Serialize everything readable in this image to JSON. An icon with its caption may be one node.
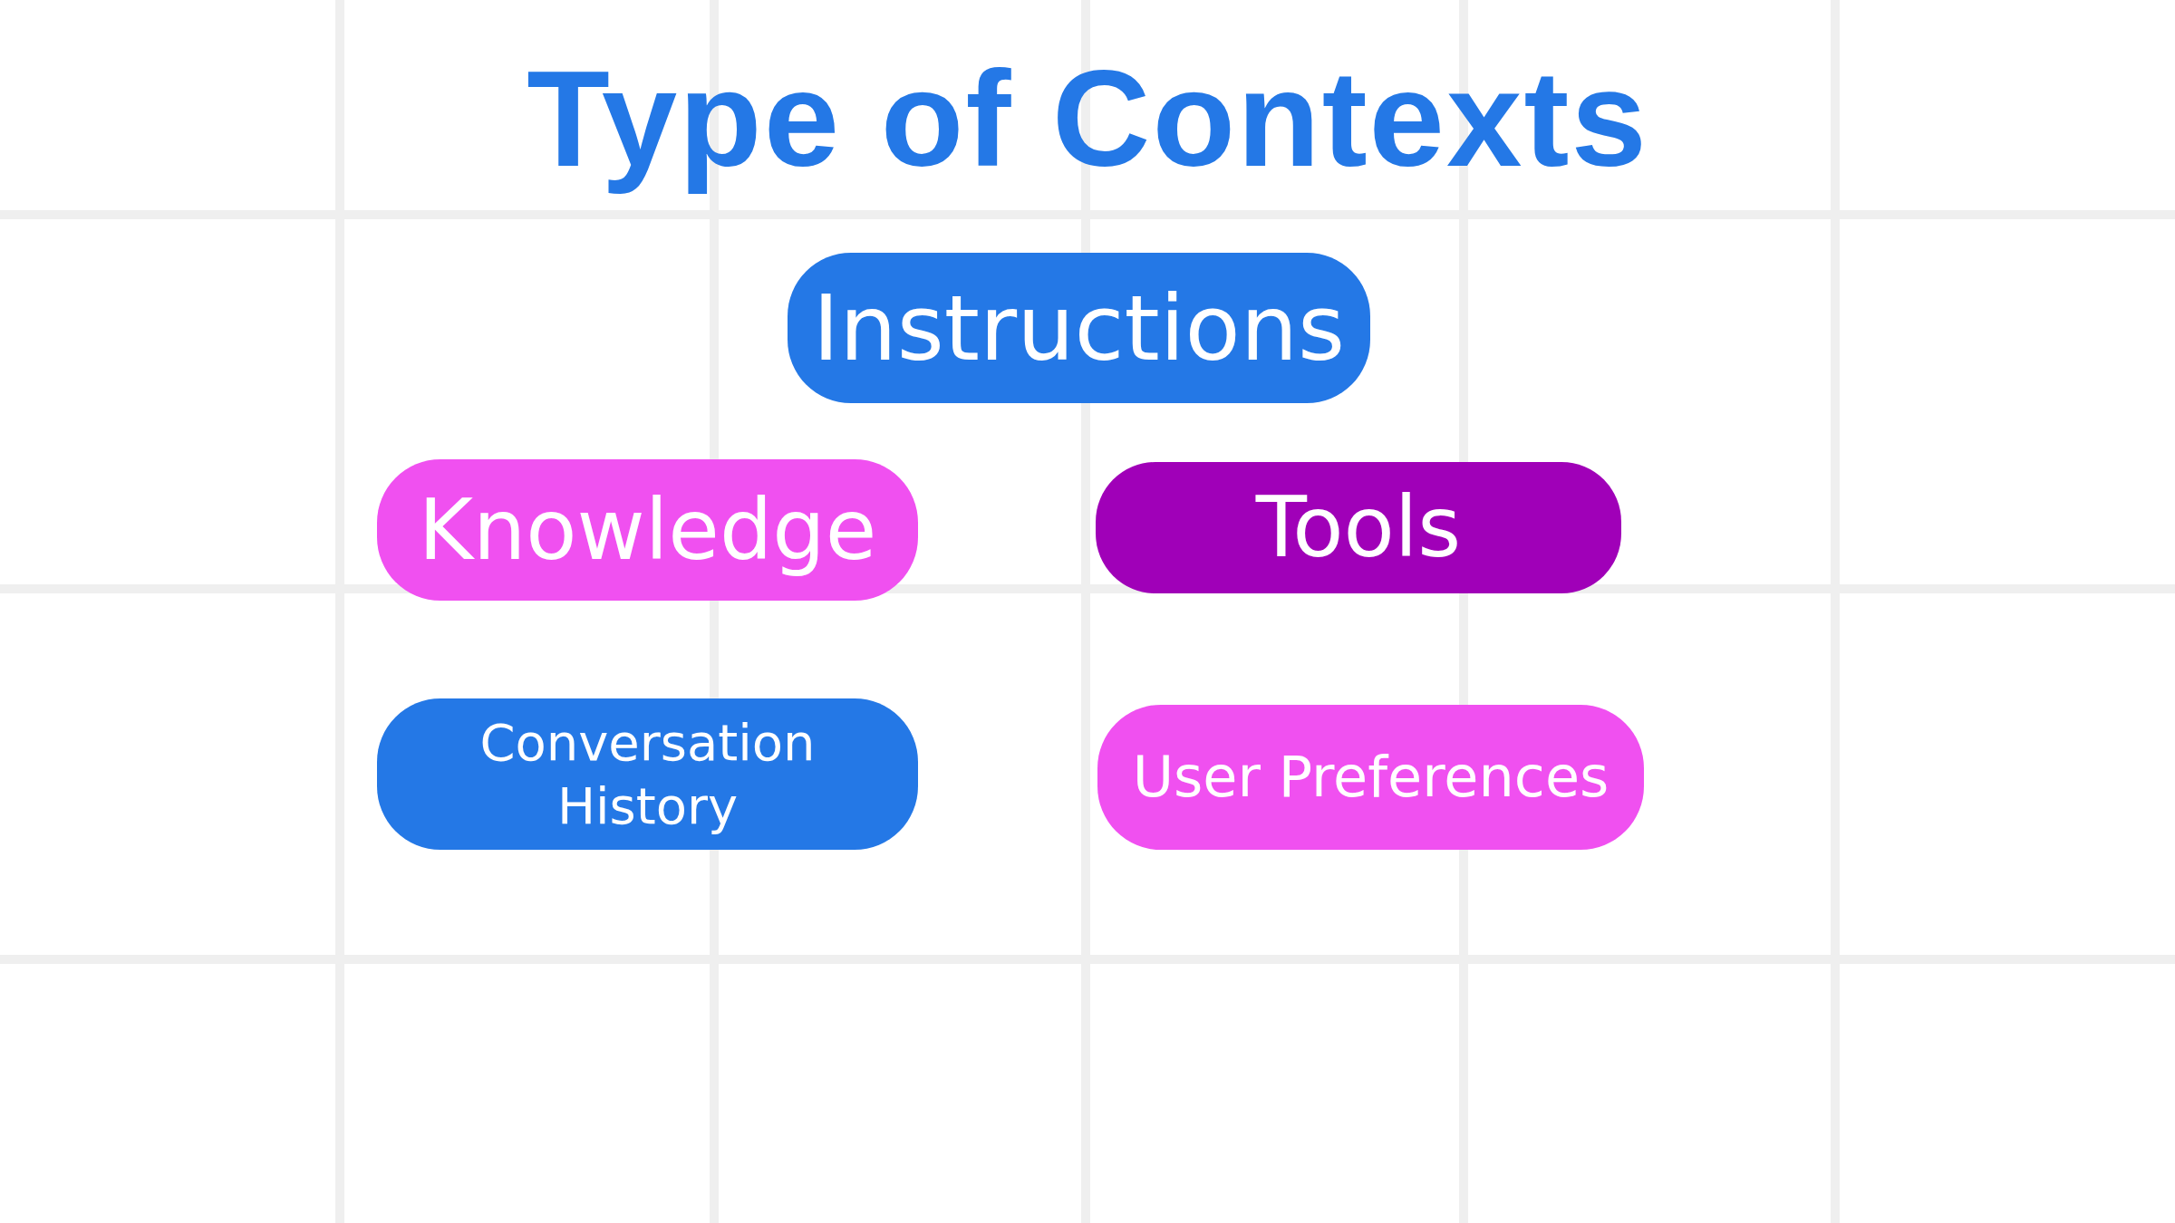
{
  "diagram": {
    "title": "Type of Contexts",
    "nodes": [
      {
        "text": [
          "Instructions"
        ]
      },
      {
        "text": [
          "Knowledge"
        ]
      },
      {
        "text": [
          "Tools"
        ]
      },
      {
        "text": [
          "Conversation History"
        ]
      },
      {
        "text": [
          "User Preferences"
        ]
      }
    ],
    "edges": []
  }
}
